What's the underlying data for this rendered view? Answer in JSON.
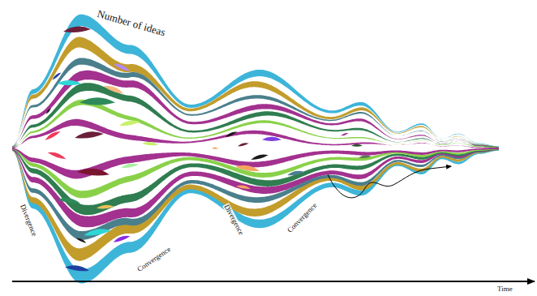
{
  "diagram": {
    "labels": [
      "Number of ideas",
      "Divergence",
      "Convergence",
      "Divergence",
      "Convergence",
      "Time"
    ]
  }
}
